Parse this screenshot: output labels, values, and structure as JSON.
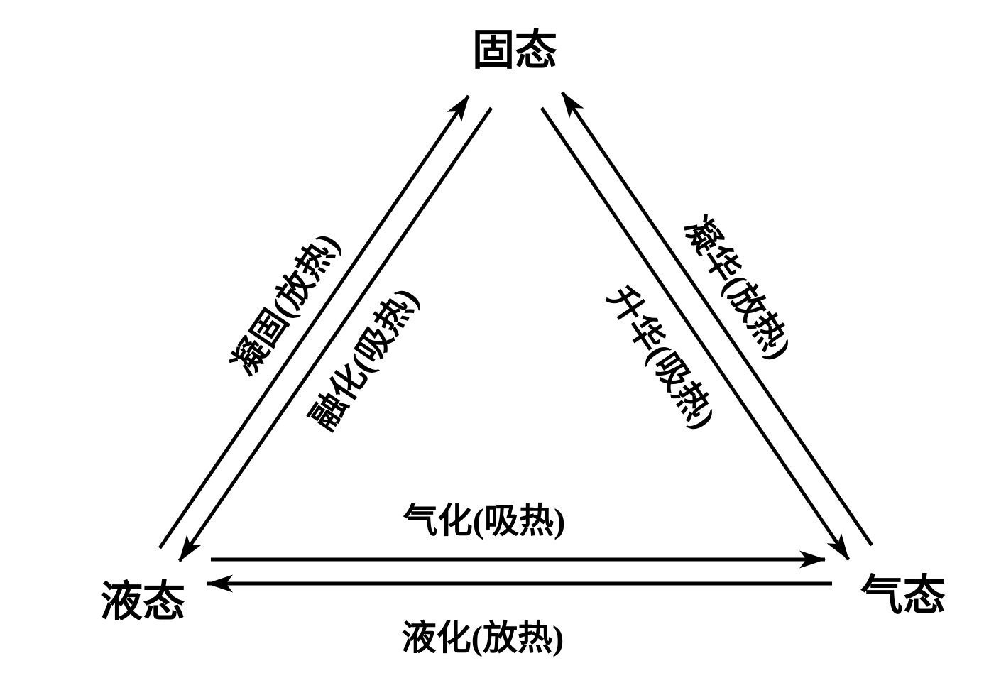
{
  "diagram": {
    "title_implicit": "物态变化三角图",
    "states": {
      "solid": "固态",
      "liquid": "液态",
      "gas": "气态"
    },
    "transitions": {
      "solidify": "凝固(放热)",
      "melt": "融化(吸热)",
      "deposit": "凝华(放热)",
      "sublimate": "升华(吸热)",
      "vaporize": "气化(吸热)",
      "liquefy": "液化(放热)"
    },
    "colors": {
      "ink": "#000000",
      "background": "#ffffff"
    }
  }
}
